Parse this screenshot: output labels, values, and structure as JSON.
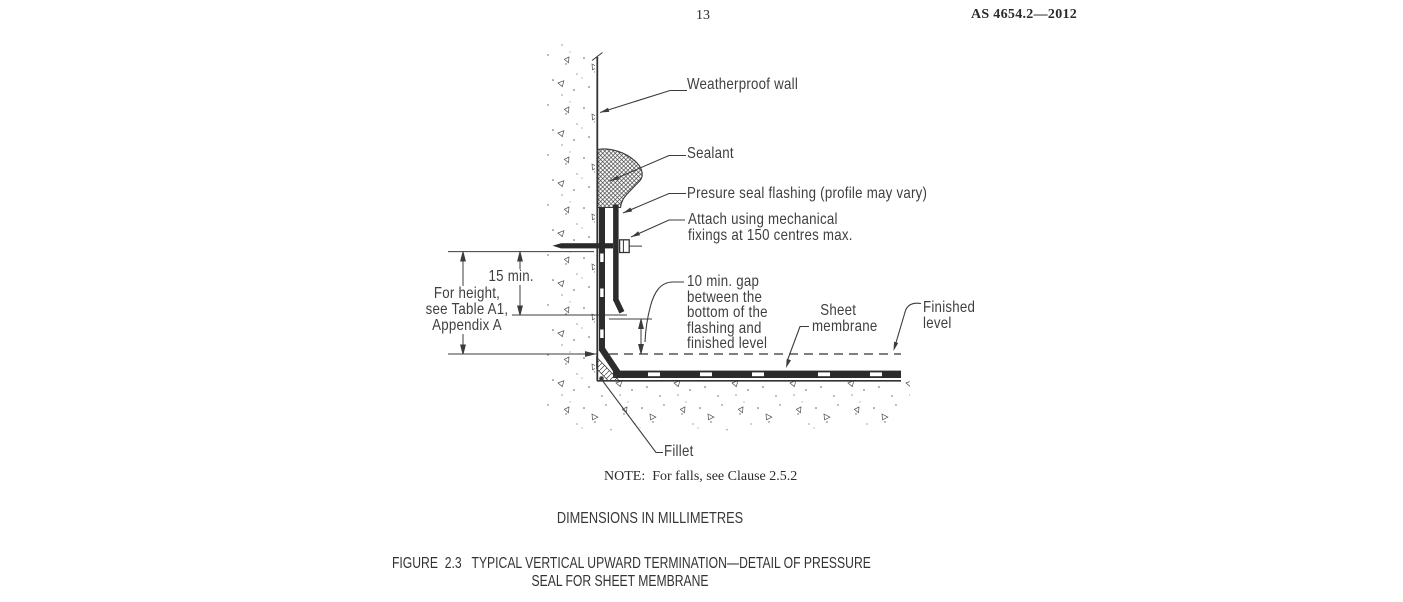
{
  "page": {
    "number": "13",
    "standard": "AS 4654.2—2012"
  },
  "drawing": {
    "ink_color": "#3c3c3c",
    "labels": {
      "weatherproof_wall": "Weatherproof wall",
      "sealant": "Sealant",
      "pressure_seal_flashing": "Presure seal flashing (profile may vary)",
      "mechanical_fixing": "Attach using mechanical\nfixings at 150 centres max.",
      "gap_note": "10 min. gap\nbetween the\nbottom of the\nflashing and\nfinished level",
      "sheet_membrane": "Sheet\nmembrane",
      "finished_level": "Finished\nlevel",
      "fillet": "Fillet"
    },
    "dimensions": {
      "min15": "15 min.",
      "height_ref": "For height,\nsee Table A1,\nAppendix A"
    }
  },
  "footer": {
    "note": "NOTE:  For falls, see Clause 2.5.2",
    "units": "DIMENSIONS IN MILLIMETRES",
    "caption": "FIGURE  2.3   TYPICAL VERTICAL UPWARD TERMINATION—DETAIL OF PRESSURE\nSEAL FOR SHEET MEMBRANE"
  }
}
